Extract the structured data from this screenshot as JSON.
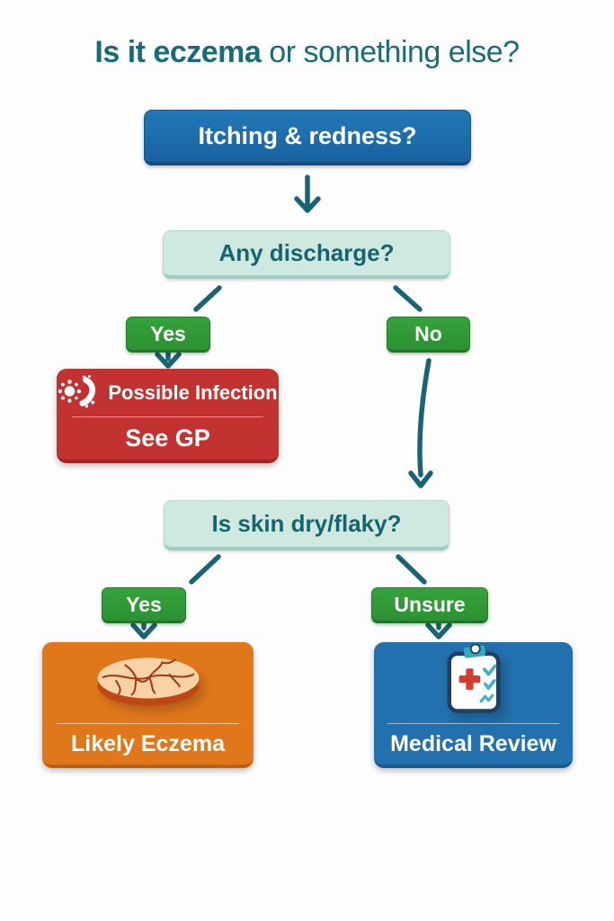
{
  "title": {
    "emphasis": "Is it eczema",
    "suffix": "or something else?"
  },
  "nodes": {
    "q1": {
      "label": "Itching & redness?"
    },
    "q2": {
      "label": "Any discharge?"
    },
    "branch1": {
      "yes": "Yes",
      "no": "No"
    },
    "infection": {
      "icon": "germ-icon",
      "title": "Possible Infection",
      "action": "See GP"
    },
    "q3": {
      "label": "Is skin dry/flaky?"
    },
    "branch2": {
      "yes": "Yes",
      "unsure": "Unsure"
    },
    "eczema": {
      "icon": "dry-skin-patch-icon",
      "label": "Likely Eczema"
    },
    "review": {
      "icon": "medical-clipboard-icon",
      "label": "Medical Review"
    }
  },
  "colors": {
    "title_teal": "#1a6b79",
    "question_blue": "#1d6dab",
    "question_mint_bg": "#cfe9e0",
    "mint_text_teal": "#15646f",
    "branch_green": "#2f9a37",
    "infection_red": "#c23230",
    "eczema_orange": "#e0771b",
    "review_blue": "#2270ad",
    "arrow_teal": "#186374"
  }
}
